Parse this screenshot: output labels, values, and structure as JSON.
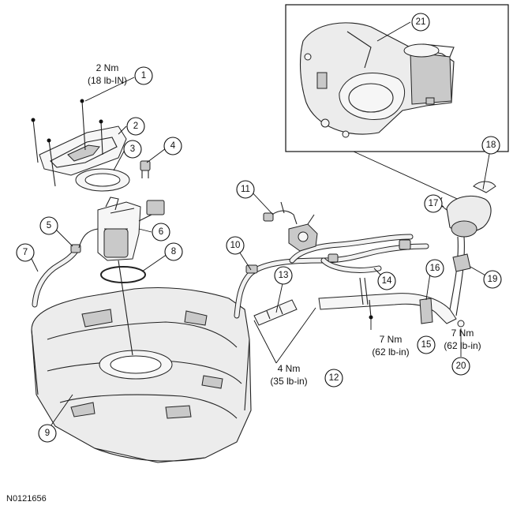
{
  "callouts": [
    "1",
    "2",
    "3",
    "4",
    "5",
    "6",
    "7",
    "8",
    "9",
    "10",
    "11",
    "12",
    "13",
    "14",
    "15",
    "16",
    "17",
    "18",
    "19",
    "20",
    "21"
  ],
  "torque_specs": {
    "spec_1": {
      "metric": "2 Nm",
      "imperial": "(18 lb-IN)"
    },
    "spec_12": {
      "metric": "4 Nm",
      "imperial": "(35 lb-in)"
    },
    "spec_15": {
      "metric": "7 Nm",
      "imperial": "(62 lb-in)"
    },
    "spec_20": {
      "metric": "7 Nm",
      "imperial": "(62 lb-in)"
    }
  },
  "figure_id": "N0121656"
}
